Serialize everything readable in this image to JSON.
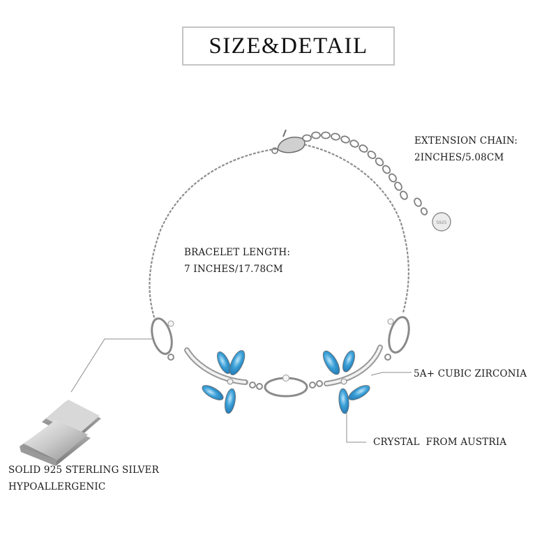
{
  "title": "SIZE&DETAIL",
  "labels": {
    "extension_chain": {
      "line1": "EXTENSION CHAIN:",
      "line2": "2INCHES/5.08CM"
    },
    "bracelet_length": {
      "line1": "BRACELET LENGTH:",
      "line2": "7 INCHES/17.78CM"
    },
    "zirconia": "5A+ CUBIC ZIRCONIA",
    "crystal": "CRYSTAL  FROM AUSTRIA",
    "material": {
      "line1": "SOLID 925 STERLING SILVER",
      "line2": "HYPOALLERGENIC"
    }
  },
  "tag_stamp": "S925",
  "colors": {
    "crystal_blue": "#3a9fd6",
    "crystal_blue_dark": "#1f6fa8",
    "silver": "#9a9a9a",
    "silver_dark": "#6e6e6e",
    "leader_line": "#8c8c8c",
    "title_border": "#c4c4c4"
  }
}
